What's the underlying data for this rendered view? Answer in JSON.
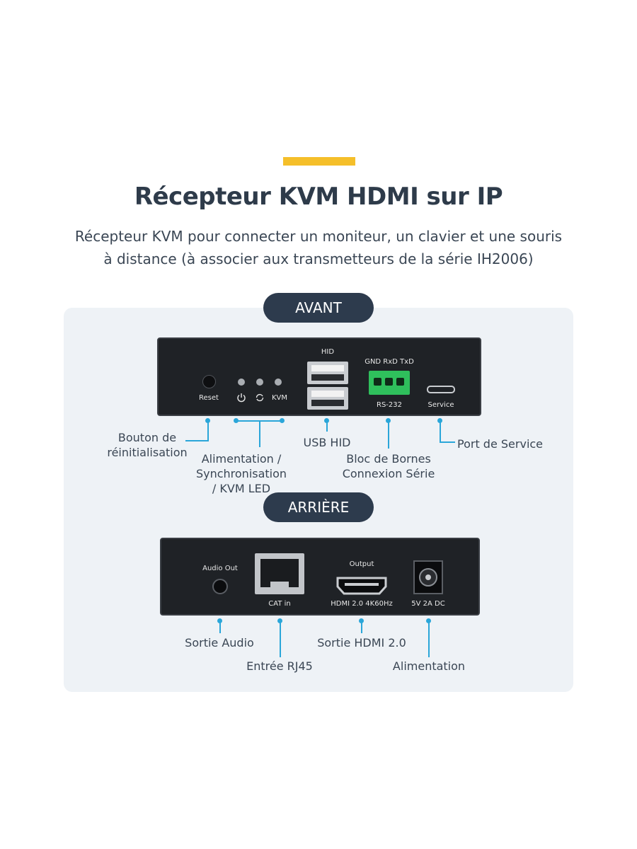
{
  "header": {
    "title": "Récepteur KVM HDMI sur IP",
    "subtitle_line1": "Récepteur KVM pour connecter un moniteur, un clavier et une souris",
    "subtitle_line2": "à distance (à associer aux transmetteurs de la série IH2006)"
  },
  "colors": {
    "accent": "#f5bf2a",
    "pill": "#2d3b4d",
    "callout_line": "#2aa6d9",
    "panel": "#eef2f6",
    "terminal": "#2fbf5c"
  },
  "front": {
    "pill_label": "AVANT",
    "labels": {
      "reset": "Reset",
      "kvm": "KVM",
      "hid": "HID",
      "terminal_pins": "GND RxD TxD",
      "rs232": "RS-232",
      "service": "Service"
    },
    "callouts": {
      "reset_line1": "Bouton de",
      "reset_line2": "réinitialisation",
      "leds_line1": "Alimentation /",
      "leds_line2": "Synchronisation",
      "leds_line3": "/ KVM LED",
      "usb": "USB HID",
      "terminal_line1": "Bloc de Bornes",
      "terminal_line2": "Connexion Série",
      "service": "Port de Service"
    }
  },
  "rear": {
    "pill_label": "ARRIÈRE",
    "labels": {
      "audio": "Audio Out",
      "cat": "CAT in",
      "output": "Output",
      "hdmi": "HDMI 2.0 4K60Hz",
      "power": "5V 2A DC"
    },
    "callouts": {
      "audio": "Sortie Audio",
      "rj45": "Entrée RJ45",
      "hdmi": "Sortie HDMI 2.0",
      "power": "Alimentation"
    }
  }
}
